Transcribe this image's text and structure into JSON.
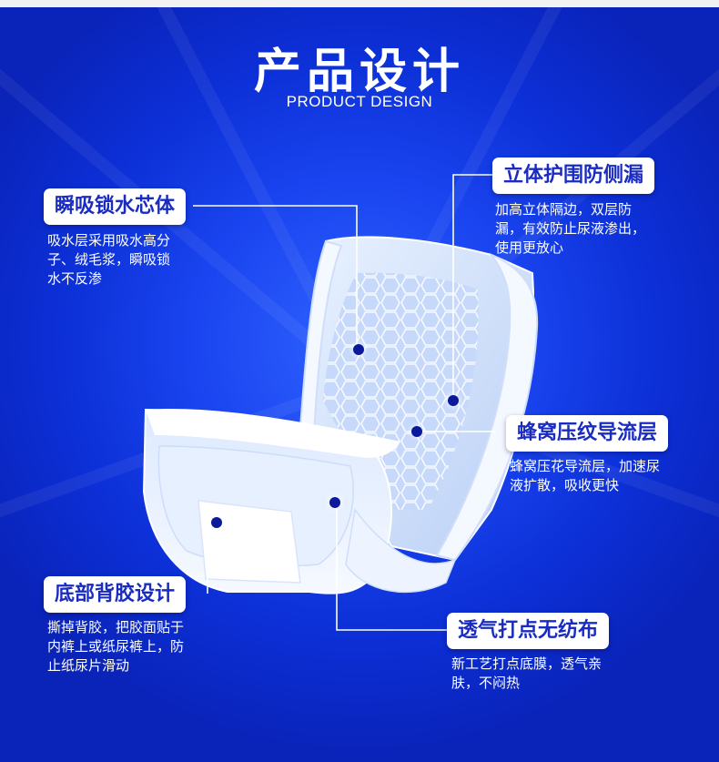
{
  "header": {
    "title": "产品设计",
    "subtitle": "PRODUCT DESIGN"
  },
  "features": [
    {
      "title": "瞬吸锁水芯体",
      "desc": "吸水层采用吸水高分\n子、绒毛浆，瞬吸锁\n水不反渗"
    },
    {
      "title": "立体护围防侧漏",
      "desc": "加高立体隔边，双层防\n漏，有效防止尿液渗出，\n使用更放心"
    },
    {
      "title": "蜂窝压纹导流层",
      "desc": "蜂窝压花导流层，加速尿\n液扩散，吸收更快"
    },
    {
      "title": "底部背胶设计",
      "desc": "撕掉背胶，把胶面贴于\n内裤上或纸尿裤上，防\n止纸尿片滑动"
    },
    {
      "title": "透气打点无纺布",
      "desc": "新工艺打点底膜，透气亲\n肤，不闷热"
    }
  ],
  "colors": {
    "background": "#1a45f0",
    "label_text": "#1a2cc0",
    "dot": "#0a1a9a"
  }
}
